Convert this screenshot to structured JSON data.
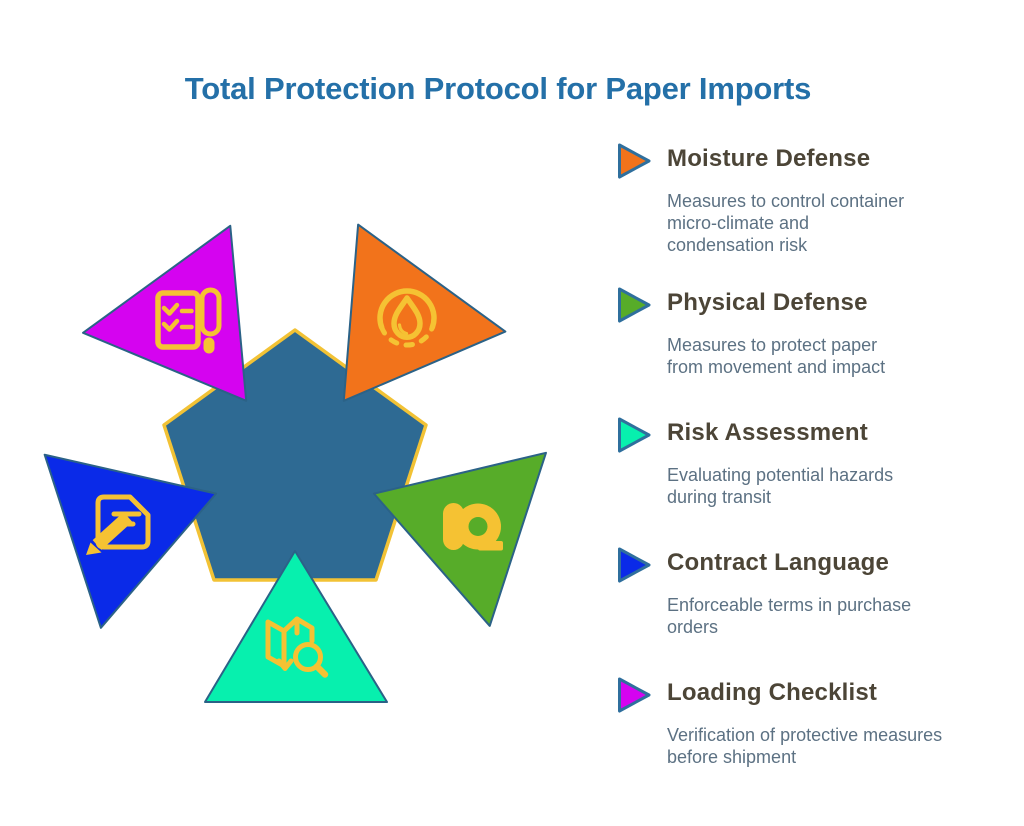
{
  "title": "Total Protection Protocol for Paper Imports",
  "theme": {
    "background": "#FFFFFF",
    "title-color": "#2470A8",
    "heading-color": "#4C4537",
    "desc-color": "#5C7183",
    "icon-color": "#F5C233",
    "pentagon-fill": "#2E6A93",
    "pentagon-border": "#F2C235",
    "triangle-border": "#2B6287",
    "arrow-border": "#2F6F9D"
  },
  "diagram": {
    "segments": [
      {
        "label": "Moisture Defense",
        "color": "#F2731B",
        "icon": "water-drop-icon"
      },
      {
        "label": "Physical Defense",
        "color": "#57AC29",
        "icon": "tape-roll-icon"
      },
      {
        "label": "Risk Assessment",
        "color": "#07F0AE",
        "icon": "map-search-icon"
      },
      {
        "label": "Contract Language",
        "color": "#0A2AE8",
        "icon": "document-pencil-icon"
      },
      {
        "label": "Loading Checklist",
        "color": "#D503F0",
        "icon": "checklist-pen-icon"
      }
    ]
  },
  "legend": {
    "items": [
      {
        "label": "Moisture Defense",
        "color": "#F2731B",
        "description": "Measures to control container\nmicro-climate and\ncondensation risk"
      },
      {
        "label": "Physical Defense",
        "color": "#57AC29",
        "description": "Measures to protect paper\nfrom movement and impact"
      },
      {
        "label": "Risk Assessment",
        "color": "#07F0AE",
        "description": "Evaluating potential hazards\nduring transit"
      },
      {
        "label": "Contract Language",
        "color": "#0A2AE8",
        "description": "Enforceable terms in purchase\norders"
      },
      {
        "label": "Loading Checklist",
        "color": "#D503F0",
        "description": "Verification of protective measures\nbefore shipment"
      }
    ]
  }
}
